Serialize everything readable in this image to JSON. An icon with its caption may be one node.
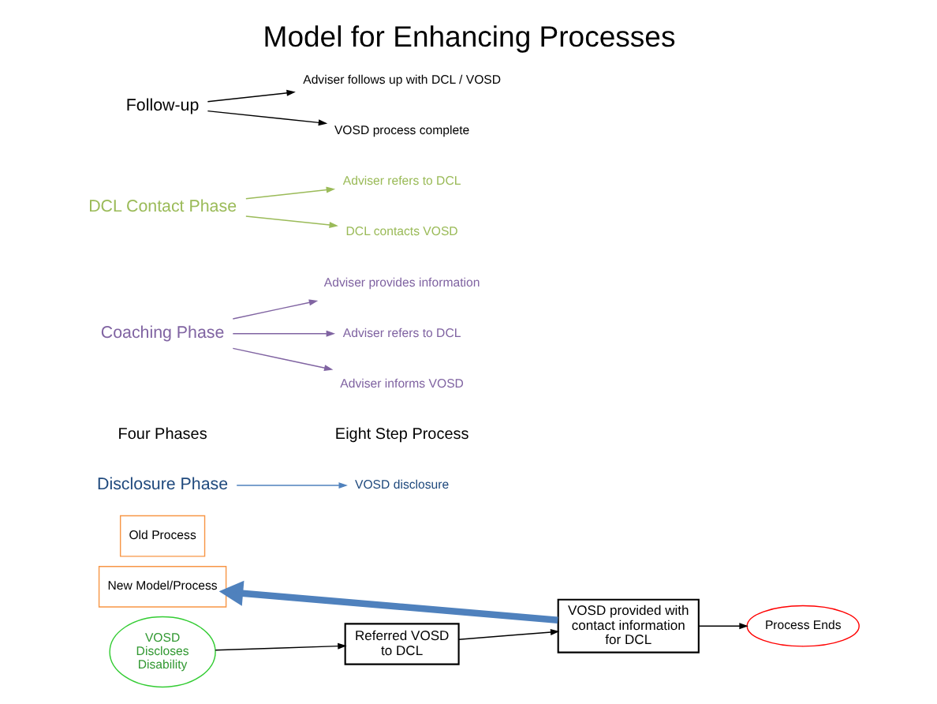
{
  "diagram": {
    "title": "Model for Enhancing Processes",
    "nodes": [
      {
        "text": [
          "Old Process"
        ]
      },
      {
        "text": [
          "VOSD Discloses Disability"
        ]
      },
      {
        "text": [
          "Referred VOSD to DCL"
        ]
      },
      {
        "text": [
          "VOSD provided with contact information for DCL"
        ]
      },
      {
        "text": [
          "Process Ends"
        ]
      },
      {
        "text": [
          "New Model/Process"
        ]
      },
      {
        "text": [
          "Disclosure Phase"
        ]
      },
      {
        "text": [
          "Coaching Phase"
        ]
      },
      {
        "text": [
          "DCL Contact Phase"
        ]
      },
      {
        "text": [
          "Follow-up"
        ]
      },
      {
        "text": [
          "VOSD disclosure"
        ]
      },
      {
        "text": [
          "Adviser provides information"
        ]
      },
      {
        "text": [
          "Adviser refers to DCL"
        ]
      },
      {
        "text": [
          "Adviser informs VOSD"
        ]
      },
      {
        "text": [
          "Adviser refers to DCL"
        ]
      },
      {
        "text": [
          "DCL contacts VOSD"
        ]
      },
      {
        "text": [
          "Adviser follows up with DCL / VOSD"
        ]
      },
      {
        "text": [
          "VOSD process complete"
        ]
      }
    ],
    "edges": [
      {
        "from": 1,
        "to": 2,
        "arrow": "to"
      },
      {
        "from": 2,
        "to": 3,
        "arrow": "to"
      },
      {
        "from": 3,
        "to": 4,
        "arrow": "to"
      },
      {
        "from": 3,
        "to": 5,
        "arrow": "to",
        "style": "thick",
        "color": "#4f81bd"
      },
      {
        "from": 6,
        "to": 10,
        "arrow": "to",
        "color": "#4f81bd"
      },
      {
        "from": 7,
        "to": 11,
        "arrow": "to",
        "color": "#8064a2"
      },
      {
        "from": 7,
        "to": 12,
        "arrow": "to",
        "color": "#8064a2"
      },
      {
        "from": 7,
        "to": 13,
        "arrow": "to",
        "color": "#8064a2"
      },
      {
        "from": 8,
        "to": 14,
        "arrow": "to",
        "color": "#9bbb59"
      },
      {
        "from": 8,
        "to": 15,
        "arrow": "to",
        "color": "#9bbb59"
      },
      {
        "from": 9,
        "to": 16,
        "arrow": "to"
      },
      {
        "from": 9,
        "to": 17,
        "arrow": "to"
      }
    ],
    "labels": [
      "Four Phases",
      "Eight Step Process"
    ]
  }
}
